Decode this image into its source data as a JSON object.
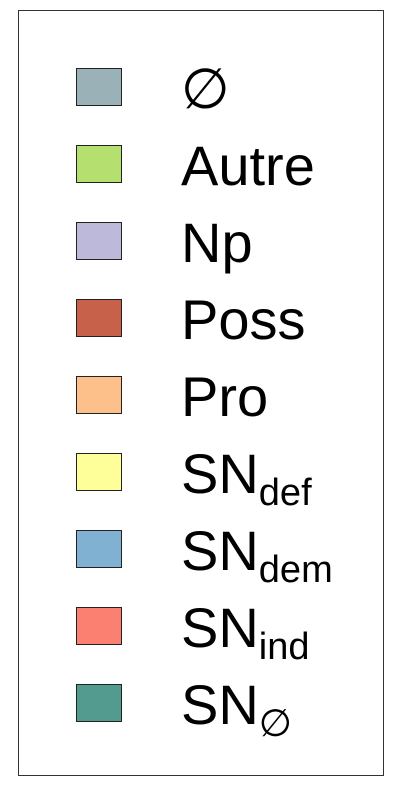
{
  "chart_data": {
    "type": "legend",
    "legend": {
      "entries": [
        {
          "label": "∅",
          "subscript": "",
          "color": "#9AB1B8"
        },
        {
          "label": "Autre",
          "subscript": "",
          "color": "#B5DF6E"
        },
        {
          "label": "Np",
          "subscript": "",
          "color": "#BDB9DA"
        },
        {
          "label": "Poss",
          "subscript": "",
          "color": "#C8614A"
        },
        {
          "label": "Pro",
          "subscript": "",
          "color": "#FDC08A"
        },
        {
          "label": "SN",
          "subscript": "def",
          "color": "#FFFF99"
        },
        {
          "label": "SN",
          "subscript": "dem",
          "color": "#80B1D3"
        },
        {
          "label": "SN",
          "subscript": "ind",
          "color": "#FB8072"
        },
        {
          "label": "SN",
          "subscript": "∅",
          "color": "#539B8F"
        }
      ]
    }
  }
}
